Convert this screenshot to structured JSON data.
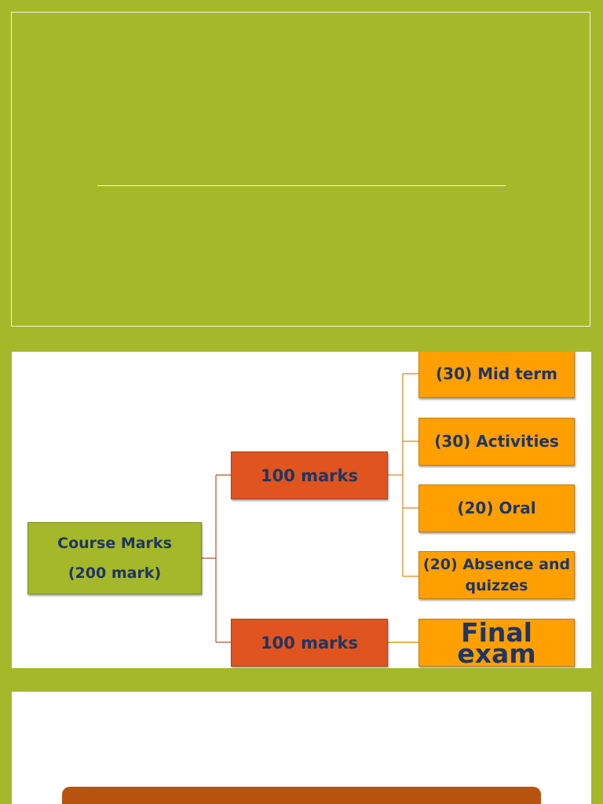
{
  "diagram": {
    "root": {
      "line1": "Course Marks",
      "line2": "(200 mark)"
    },
    "branches": [
      {
        "label": "100 marks",
        "children": [
          "(30) Mid term",
          "(30) Activities",
          "(20) Oral",
          "(20) Absence and quizzes"
        ]
      },
      {
        "label": "100 marks",
        "children": [
          "Final exam"
        ]
      }
    ]
  },
  "colors": {
    "background": "#a4b82a",
    "root_fill": "#a4b82a",
    "mid_fill": "#e0541f",
    "leaf_fill": "#ffa000",
    "text": "#1f3563",
    "banner": "#b8530f"
  }
}
